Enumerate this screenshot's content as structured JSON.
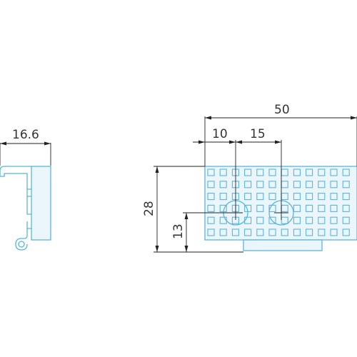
{
  "colors": {
    "part_outline": "#5bb5d8",
    "dimension_lines": "#222222",
    "background": "#ffffff"
  },
  "views": {
    "side": {
      "dimensions": {
        "width": "16.6"
      }
    },
    "front": {
      "grid": {
        "rows": 6,
        "cols": 12
      },
      "dimensions": {
        "overall_width": "50",
        "hole_offset": "10",
        "hole_spacing": "15",
        "height": "28",
        "hole_height": "13"
      }
    }
  }
}
